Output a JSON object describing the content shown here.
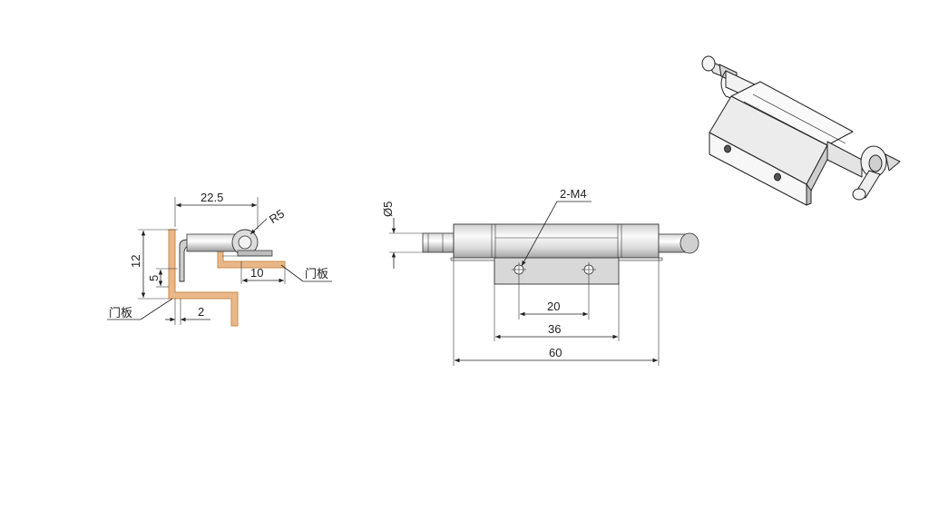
{
  "side_view": {
    "dim_width": "22.5",
    "dim_radius": "R5",
    "dim_height": "12",
    "dim_offset": "5",
    "dim_leaf": "10",
    "dim_gap": "2",
    "label_door_panel_right": "门板",
    "label_door_panel_left": "门板"
  },
  "front_view": {
    "dim_pin_diameter": "Ø5",
    "hole_callout": "2-M4",
    "dim_hole_spacing": "20",
    "dim_plate_width": "36",
    "dim_total_length": "60"
  },
  "colors": {
    "door_panel": "#e9b889",
    "door_panel_stroke": "#c98a4f",
    "metal_light": "#f0f0f0",
    "metal_mid": "#d7d7d7",
    "metal_dark": "#a9a9a9",
    "line": "#222222"
  }
}
